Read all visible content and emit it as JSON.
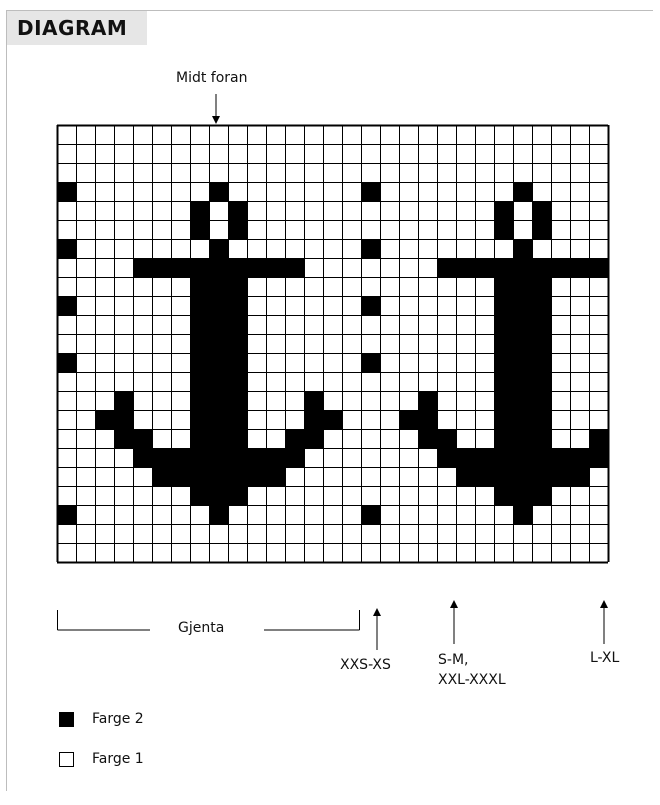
{
  "header": {
    "title": "DIAGRAM"
  },
  "labels": {
    "center_front": "Midt foran",
    "repeat": "Gjenta",
    "size_xxs_xs": "XXS-XS",
    "size_s_m": "S-M,\nXXL-XXXL",
    "size_l_xl": "L-XL"
  },
  "legend": [
    {
      "label": "Farge 2",
      "fill": "#000000"
    },
    {
      "label": "Farge 1",
      "fill": "#ffffff"
    }
  ],
  "colors": {
    "title_bg": "#e6e6e6",
    "filled": "#000000",
    "empty": "#ffffff",
    "grid_line": "#000000"
  },
  "grid": {
    "columns": 29,
    "rows": 23,
    "filled_cells": [
      [
        0,
        3
      ],
      [
        8,
        3
      ],
      [
        16,
        3
      ],
      [
        24,
        3
      ],
      [
        7,
        4
      ],
      [
        9,
        4
      ],
      [
        23,
        4
      ],
      [
        25,
        4
      ],
      [
        7,
        5
      ],
      [
        9,
        5
      ],
      [
        23,
        5
      ],
      [
        25,
        5
      ],
      [
        0,
        6
      ],
      [
        8,
        6
      ],
      [
        16,
        6
      ],
      [
        24,
        6
      ],
      [
        4,
        7
      ],
      [
        5,
        7
      ],
      [
        6,
        7
      ],
      [
        7,
        7
      ],
      [
        8,
        7
      ],
      [
        9,
        7
      ],
      [
        10,
        7
      ],
      [
        11,
        7
      ],
      [
        12,
        7
      ],
      [
        20,
        7
      ],
      [
        21,
        7
      ],
      [
        22,
        7
      ],
      [
        23,
        7
      ],
      [
        24,
        7
      ],
      [
        25,
        7
      ],
      [
        26,
        7
      ],
      [
        27,
        7
      ],
      [
        28,
        7
      ],
      [
        7,
        8
      ],
      [
        8,
        8
      ],
      [
        9,
        8
      ],
      [
        23,
        8
      ],
      [
        24,
        8
      ],
      [
        25,
        8
      ],
      [
        0,
        9
      ],
      [
        7,
        9
      ],
      [
        8,
        9
      ],
      [
        9,
        9
      ],
      [
        16,
        9
      ],
      [
        23,
        9
      ],
      [
        24,
        9
      ],
      [
        25,
        9
      ],
      [
        7,
        10
      ],
      [
        8,
        10
      ],
      [
        9,
        10
      ],
      [
        23,
        10
      ],
      [
        24,
        10
      ],
      [
        25,
        10
      ],
      [
        7,
        11
      ],
      [
        8,
        11
      ],
      [
        9,
        11
      ],
      [
        23,
        11
      ],
      [
        24,
        11
      ],
      [
        25,
        11
      ],
      [
        0,
        12
      ],
      [
        7,
        12
      ],
      [
        8,
        12
      ],
      [
        9,
        12
      ],
      [
        16,
        12
      ],
      [
        23,
        12
      ],
      [
        24,
        12
      ],
      [
        25,
        12
      ],
      [
        7,
        13
      ],
      [
        8,
        13
      ],
      [
        9,
        13
      ],
      [
        23,
        13
      ],
      [
        24,
        13
      ],
      [
        25,
        13
      ],
      [
        3,
        14
      ],
      [
        7,
        14
      ],
      [
        8,
        14
      ],
      [
        9,
        14
      ],
      [
        13,
        14
      ],
      [
        19,
        14
      ],
      [
        23,
        14
      ],
      [
        24,
        14
      ],
      [
        25,
        14
      ],
      [
        2,
        15
      ],
      [
        3,
        15
      ],
      [
        7,
        15
      ],
      [
        8,
        15
      ],
      [
        9,
        15
      ],
      [
        13,
        15
      ],
      [
        14,
        15
      ],
      [
        18,
        15
      ],
      [
        19,
        15
      ],
      [
        23,
        15
      ],
      [
        24,
        15
      ],
      [
        25,
        15
      ],
      [
        3,
        16
      ],
      [
        4,
        16
      ],
      [
        7,
        16
      ],
      [
        8,
        16
      ],
      [
        9,
        16
      ],
      [
        12,
        16
      ],
      [
        13,
        16
      ],
      [
        19,
        16
      ],
      [
        20,
        16
      ],
      [
        23,
        16
      ],
      [
        24,
        16
      ],
      [
        25,
        16
      ],
      [
        28,
        16
      ],
      [
        4,
        17
      ],
      [
        5,
        17
      ],
      [
        6,
        17
      ],
      [
        7,
        17
      ],
      [
        8,
        17
      ],
      [
        9,
        17
      ],
      [
        10,
        17
      ],
      [
        11,
        17
      ],
      [
        12,
        17
      ],
      [
        20,
        17
      ],
      [
        21,
        17
      ],
      [
        22,
        17
      ],
      [
        23,
        17
      ],
      [
        24,
        17
      ],
      [
        25,
        17
      ],
      [
        26,
        17
      ],
      [
        27,
        17
      ],
      [
        28,
        17
      ],
      [
        5,
        18
      ],
      [
        6,
        18
      ],
      [
        7,
        18
      ],
      [
        8,
        18
      ],
      [
        9,
        18
      ],
      [
        10,
        18
      ],
      [
        11,
        18
      ],
      [
        21,
        18
      ],
      [
        22,
        18
      ],
      [
        23,
        18
      ],
      [
        24,
        18
      ],
      [
        25,
        18
      ],
      [
        26,
        18
      ],
      [
        27,
        18
      ],
      [
        7,
        19
      ],
      [
        8,
        19
      ],
      [
        9,
        19
      ],
      [
        23,
        19
      ],
      [
        24,
        19
      ],
      [
        25,
        19
      ],
      [
        0,
        20
      ],
      [
        8,
        20
      ],
      [
        16,
        20
      ],
      [
        24,
        20
      ]
    ]
  }
}
